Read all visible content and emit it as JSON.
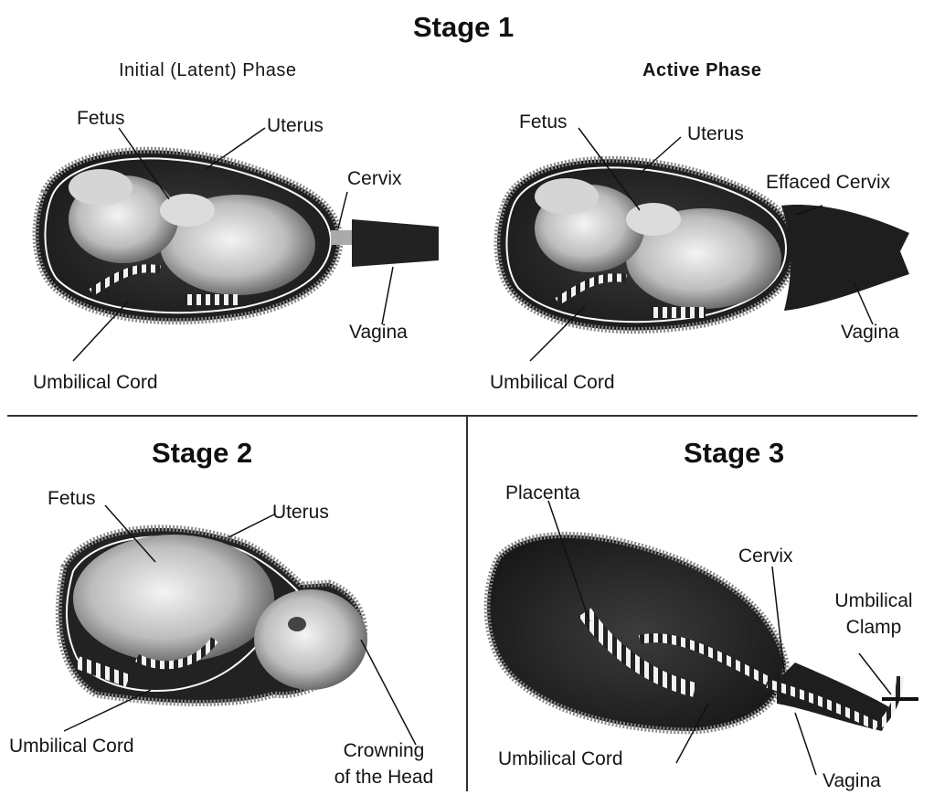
{
  "stage1": {
    "title": "Stage 1",
    "latent": {
      "phase": "Initial (Latent) Phase",
      "fetus": "Fetus",
      "uterus": "Uterus",
      "cervix": "Cervix",
      "vagina": "Vagina",
      "cord": "Umbilical Cord"
    },
    "active": {
      "phase": "Active Phase",
      "fetus": "Fetus",
      "uterus": "Uterus",
      "cervix": "Effaced Cervix",
      "vagina": "Vagina",
      "cord": "Umbilical Cord"
    }
  },
  "stage2": {
    "title": "Stage 2",
    "fetus": "Fetus",
    "uterus": "Uterus",
    "cord": "Umbilical Cord",
    "crowning_line1": "Crowning",
    "crowning_line2": "of the Head"
  },
  "stage3": {
    "title": "Stage 3",
    "placenta": "Placenta",
    "cervix": "Cervix",
    "clamp_line1": "Umbilical",
    "clamp_line2": "Clamp",
    "cord": "Umbilical Cord",
    "vagina": "Vagina"
  }
}
